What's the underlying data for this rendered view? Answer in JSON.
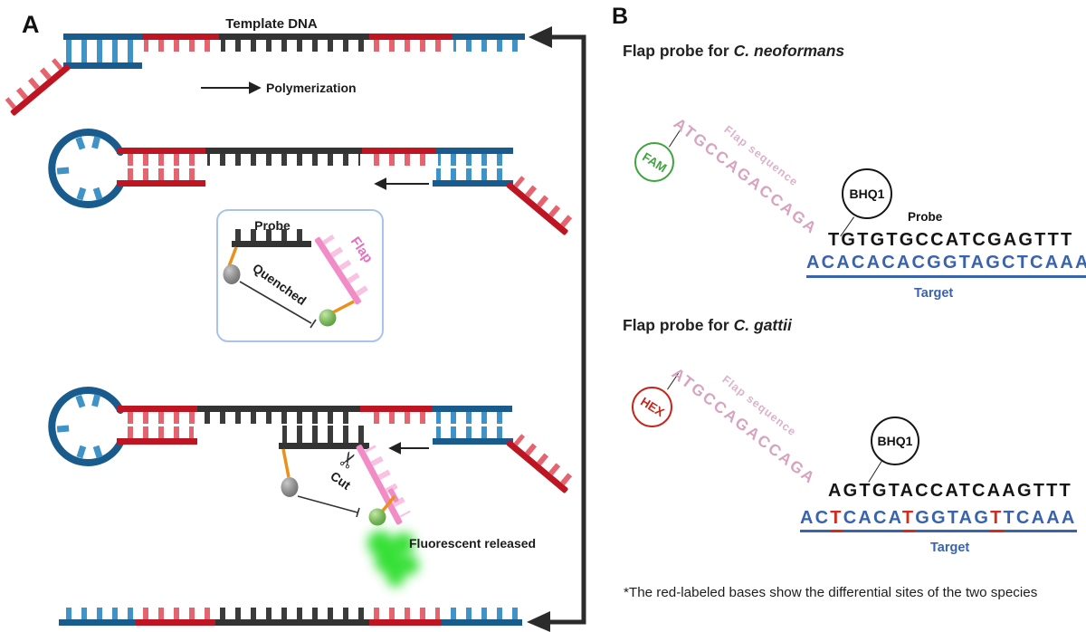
{
  "panel_a": {
    "label": "A",
    "template_dna_label": "Template DNA",
    "polymerization_label": "Polymerization",
    "probe_label": "Probe",
    "flap_label": "Flap",
    "quenched_label": "Quenched",
    "cut_label": "Cut",
    "scissors_icon": "✂",
    "fluorescent_label": "Fluorescent released"
  },
  "panel_b": {
    "label": "B",
    "neoformans": {
      "heading_prefix": "Flap probe for",
      "species": "C. neoformans",
      "fluorophore": "FAM",
      "flap_sequence": "ATGCCAGACCAGA",
      "flap_sequence_label": "Flap sequence",
      "quencher": "BHQ1",
      "probe_label": "Probe",
      "probe_sequence": "TGTGTGCCATCGAGTTT",
      "target_sequence": "ACACACACGGTAGCTCAAA",
      "target_label": "Target"
    },
    "gattii": {
      "heading_prefix": "Flap probe for",
      "species": "C. gattii",
      "fluorophore": "HEX",
      "flap_sequence": "ATGCCAGACCAGA",
      "flap_sequence_label": "Flap sequence",
      "quencher": "BHQ1",
      "probe_sequence": "AGTGTACCATCAAGTTT",
      "target_parts": [
        {
          "text": "AC",
          "highlight": false
        },
        {
          "text": "T",
          "highlight": true
        },
        {
          "text": "CACA",
          "highlight": false
        },
        {
          "text": "T",
          "highlight": true
        },
        {
          "text": "GGTAG",
          "highlight": false
        },
        {
          "text": "T",
          "highlight": true
        },
        {
          "text": "TCAAA",
          "highlight": false
        }
      ],
      "target_label": "Target"
    },
    "footnote": "*The red-labeled bases show the differential sites of the two species"
  },
  "colors": {
    "strand_blue_dark": "#1a5b8d",
    "strand_blue_light": "#3f93c6",
    "strand_red_dark": "#bd1622",
    "strand_red_light": "#e4656f",
    "strand_black": "#333333",
    "flap_pink": "#f18cc6",
    "flap_pink_light": "#f8c3e2",
    "linker_orange": "#e8921c",
    "fluorescence_green": "#35e035",
    "fam_green": "#3fa33f",
    "hex_red": "#c2271d",
    "sequence_blue": "#3a63ae",
    "highlight_red": "#d22b20",
    "flap_text_pink": "#d7a4c0"
  }
}
